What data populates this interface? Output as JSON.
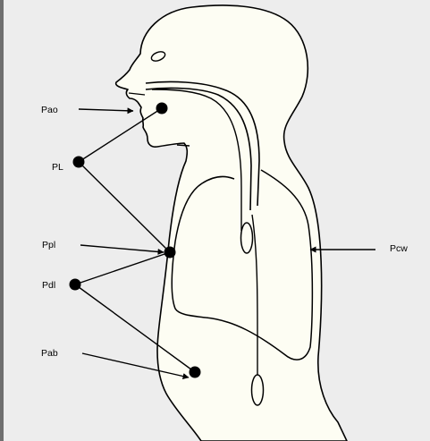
{
  "colors": {
    "background": "#ededed",
    "body_fill": "#fdfdf3",
    "outline": "#000000",
    "frame_left": "#6f6f6f"
  },
  "labels": {
    "pao": "Pao",
    "pl": "PL",
    "ppl": "Ppl",
    "pdi": "Pdl",
    "pab": "Pab",
    "pcw": "Pcw"
  }
}
